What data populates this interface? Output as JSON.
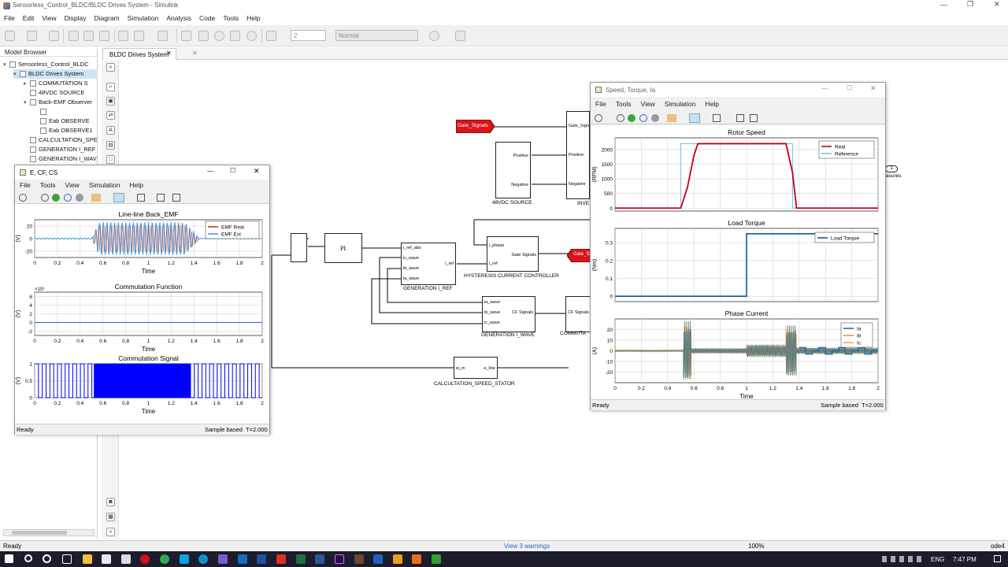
{
  "window": {
    "title": "Sensorless_Control_BLDC/BLDC Drives System - Simulink"
  },
  "menu": [
    "File",
    "Edit",
    "View",
    "Display",
    "Diagram",
    "Simulation",
    "Analysis",
    "Code",
    "Tools",
    "Help"
  ],
  "toolbar": {
    "stop_time": "2",
    "mode": "Normal"
  },
  "model_browser": {
    "header": "Model Browser",
    "items": [
      {
        "label": "Sensorless_Control_BLDC",
        "indent": 0,
        "arrow": "▾",
        "selected": false
      },
      {
        "label": "BLDC Drives System",
        "indent": 1,
        "arrow": "▾",
        "selected": true
      },
      {
        "label": "COMMUTATION S",
        "indent": 2,
        "arrow": "▸",
        "selected": false
      },
      {
        "label": "48VDC SOURCE",
        "indent": 2,
        "arrow": "",
        "selected": false
      },
      {
        "label": "Back-EMF Observer",
        "indent": 2,
        "arrow": "▾",
        "selected": false
      },
      {
        "label": "",
        "indent": 3,
        "arrow": "",
        "selected": false
      },
      {
        "label": "Eab OBSERVE",
        "indent": 3,
        "arrow": "",
        "selected": false
      },
      {
        "label": "Eab OBSERVE1",
        "indent": 3,
        "arrow": "",
        "selected": false
      },
      {
        "label": "CALCULTATION_SPE",
        "indent": 2,
        "arrow": "",
        "selected": false
      },
      {
        "label": "GENERATION I_REF",
        "indent": 2,
        "arrow": "",
        "selected": false
      },
      {
        "label": "GENERATION I_WAV",
        "indent": 2,
        "arrow": "",
        "selected": false
      }
    ]
  },
  "tabs": [
    {
      "label": "BLDC Drives System"
    }
  ],
  "diagram": {
    "blocks": {
      "gate_signals_goto": "Gate_Signals",
      "inverter_ports": [
        "Gate_Sign",
        "Positive",
        "Negative"
      ],
      "inverter_label": "INVE",
      "source_ports": [
        "Positive",
        "Negative"
      ],
      "source_label": "48VDC SOURCE",
      "pi_label": "PI",
      "iref_ports_in": [
        "i_ref_abs",
        "ic_wave",
        "ib_wave",
        "ia_wave"
      ],
      "iref_port_out": "i_ref",
      "iref_label": "GENERATION I_REF",
      "hyst_ports_in": [
        "i_phase",
        "i_ref"
      ],
      "hyst_port_out": "Gate Signals",
      "hyst_label": "HYSTERESIS CURRENT CONTROLLER",
      "gate_goto2": "Gate_Si",
      "iwave_ports_out": [
        "ia_wave",
        "ib_wave",
        "ic_wave"
      ],
      "iwave_port_in": "CF Signals",
      "iwave_label": "GENERATION I_WAVE",
      "commut_port": "CF Signals",
      "commut_label": "COMMUTA",
      "calc_ports": [
        "w_m",
        "e_line"
      ],
      "calc_label": "CALCULTATION_SPEED_STATOR",
      "outport_num": "1",
      "outport_label": "asures"
    }
  },
  "scope1": {
    "title": "E, CF, CS",
    "menu": [
      "File",
      "Tools",
      "View",
      "Simulation",
      "Help"
    ],
    "status_left": "Ready",
    "status_mid": "Sample based",
    "status_right": "T=2.000"
  },
  "scope2": {
    "title": "Speed, Torque, Ia",
    "menu": [
      "File",
      "Tools",
      "View",
      "Simulation",
      "Help"
    ],
    "status_left": "Ready",
    "status_mid": "Sample based",
    "status_right": "T=2.000"
  },
  "chart_data": [
    {
      "type": "line",
      "title": "Line-line Back_EMF",
      "xlabel": "Time",
      "ylabel": "(V)",
      "xlim": [
        0,
        2
      ],
      "ylim": [
        -30,
        30
      ],
      "xticks": [
        "0",
        "0.2",
        "0.4",
        "0.6",
        "0.8",
        "1",
        "1.2",
        "1.4",
        "1.6",
        "1.8",
        "2"
      ],
      "yticks": [
        "20",
        "0",
        "-20"
      ],
      "legend": [
        "EMF Real",
        "EMF Est"
      ],
      "legend_position": "top-right",
      "series": [
        {
          "name": "EMF Real",
          "color": "#c0392b",
          "x": [
            0,
            0.5,
            0.52,
            0.6,
            1.2,
            1.3,
            1.4,
            1.45,
            2
          ],
          "y": [
            0,
            0,
            22,
            26,
            26,
            22,
            0,
            0,
            0
          ]
        },
        {
          "name": "EMF Est",
          "color": "#3aa0e8",
          "x": [
            0,
            0.5,
            0.52,
            0.6,
            1.2,
            1.3,
            1.4,
            1.45,
            2
          ],
          "y": [
            1,
            2,
            22,
            26,
            26,
            22,
            3,
            1,
            0
          ]
        }
      ]
    },
    {
      "type": "line",
      "title": "Commutation Function",
      "xlabel": "Time",
      "ylabel": "(V)",
      "xlim": [
        0,
        2
      ],
      "ylim": [
        -3,
        7
      ],
      "exponent": "×10⁹",
      "xticks": [
        "0",
        "0.2",
        "0.4",
        "0.6",
        "0.8",
        "1",
        "1.2",
        "1.4",
        "1.6",
        "1.8",
        "2"
      ],
      "yticks": [
        "6",
        "4",
        "2",
        "0",
        "-2"
      ],
      "series": [
        {
          "color": "#3060d0",
          "x": [
            0,
            2
          ],
          "y": [
            0,
            0
          ]
        }
      ]
    },
    {
      "type": "line",
      "title": "Commutation Signal",
      "xlabel": "Time",
      "ylabel": "(V)",
      "xlim": [
        0,
        2
      ],
      "ylim": [
        0,
        1
      ],
      "xticks": [
        "0",
        "0.2",
        "0.4",
        "0.6",
        "0.8",
        "1",
        "1.2",
        "1.4",
        "1.6",
        "1.8",
        "2"
      ],
      "yticks": [
        "1",
        "0.5",
        "0"
      ],
      "series": [
        {
          "color": "#0000ff",
          "period": 0.067,
          "dense_from": 0.52,
          "dense_to": 1.37
        }
      ]
    },
    {
      "type": "line",
      "title": "Rotor Speed",
      "ylabel": "(RPM)",
      "xlim": [
        0,
        2
      ],
      "ylim": [
        -100,
        2400
      ],
      "yticks": [
        "2000",
        "1500",
        "1000",
        "500",
        "0"
      ],
      "legend": [
        "Real",
        "Reference"
      ],
      "legend_position": "top-right",
      "series": [
        {
          "name": "Real",
          "color": "#c0001a",
          "x": [
            0,
            0.5,
            0.55,
            0.6,
            0.63,
            1.3,
            1.35,
            1.38,
            2
          ],
          "y": [
            0,
            0,
            700,
            1800,
            2200,
            2200,
            1200,
            0,
            0
          ]
        },
        {
          "name": "Reference",
          "color": "#6fc3ea",
          "x": [
            0,
            0.5,
            0.5,
            1.35,
            1.35,
            2
          ],
          "y": [
            0,
            0,
            2200,
            2200,
            0,
            0
          ]
        }
      ]
    },
    {
      "type": "line",
      "title": "Load Torque",
      "ylabel": "(Nm)",
      "xlim": [
        0,
        2
      ],
      "ylim": [
        -0.03,
        0.38
      ],
      "yticks": [
        "0.3",
        "0.2",
        "0.1",
        "0"
      ],
      "legend": [
        "Load Torque"
      ],
      "legend_position": "top-right",
      "series": [
        {
          "name": "Load Torque",
          "color": "#0a5a96",
          "x": [
            0,
            1,
            1,
            2
          ],
          "y": [
            0,
            0,
            0.35,
            0.35
          ]
        }
      ]
    },
    {
      "type": "line",
      "title": "Phase Current",
      "xlabel": "Time",
      "ylabel": "(A)",
      "xlim": [
        0,
        2
      ],
      "ylim": [
        -30,
        30
      ],
      "xticks": [
        "0",
        "0.2",
        "0.4",
        "0.6",
        "0.8",
        "1",
        "1.2",
        "1.4",
        "1.6",
        "1.8",
        "2"
      ],
      "yticks": [
        "20",
        "10",
        "0",
        "-10",
        "-20"
      ],
      "legend": [
        "Ia",
        "Ib",
        "Ic"
      ],
      "legend_position": "top-right",
      "series": [
        {
          "name": "Ia",
          "color": "#1f6eb0"
        },
        {
          "name": "Ib",
          "color": "#e8a020"
        },
        {
          "name": "Ic",
          "color": "#e8b040"
        }
      ]
    }
  ],
  "statusbar": {
    "left": "Ready",
    "warnings": "View 3 warnings",
    "zoom": "100%",
    "solver": "ode4"
  },
  "taskbar": {
    "lang": "ENG",
    "time": "7:47 PM"
  }
}
